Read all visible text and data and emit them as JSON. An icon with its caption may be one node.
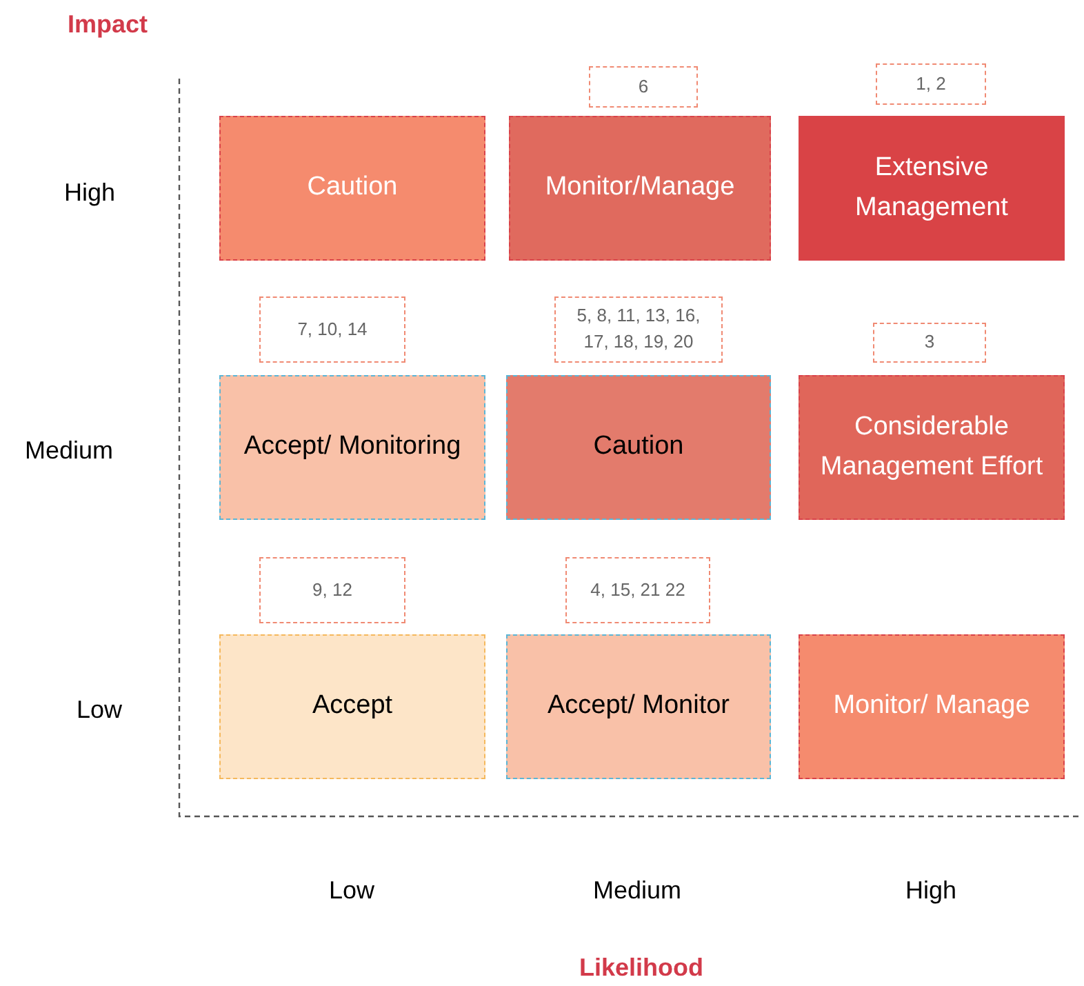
{
  "diagram": {
    "nodes": [
      {
        "text": [
          "6"
        ]
      },
      {
        "text": [
          "1, 2"
        ]
      },
      {
        "text": [
          "Caution"
        ]
      },
      {
        "text": [
          "Monitor/Manage"
        ]
      },
      {
        "text": [
          "Extensive Management"
        ]
      },
      {
        "text": [
          "7, 10, 14"
        ]
      },
      {
        "text": [
          "5, 8, 11, 13, 16, 17, 18, 19, 20"
        ]
      },
      {
        "text": [
          "3"
        ]
      },
      {
        "text": [
          "Accept/ Monitoring"
        ]
      },
      {
        "text": [
          "Caution"
        ]
      },
      {
        "text": [
          "Considerable Management Effort"
        ]
      },
      {
        "text": [
          "9, 12"
        ]
      },
      {
        "text": [
          "4, 15, 21 22"
        ]
      },
      {
        "text": [
          "Accept"
        ]
      },
      {
        "text": [
          "Accept/ Monitor"
        ]
      },
      {
        "text": [
          "Monitor/ Manage"
        ]
      }
    ],
    "labels": [
      "Impact",
      "High",
      "Medium",
      "Low",
      "Low",
      "Medium",
      "High",
      "Likelihood"
    ]
  }
}
